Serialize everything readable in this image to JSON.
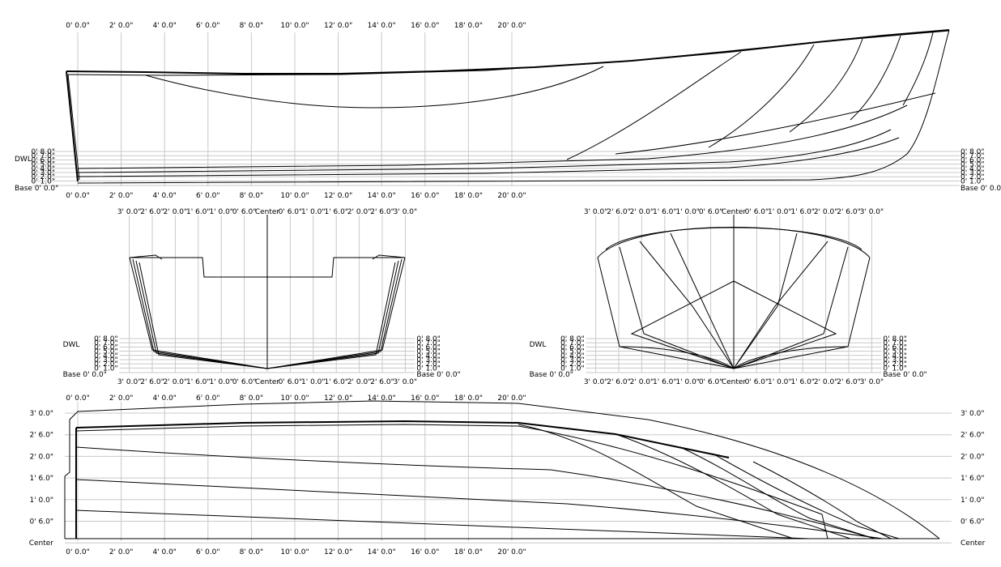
{
  "colors": {
    "grid": "#c8c8c8",
    "line": "#000000",
    "background": "#ffffff"
  },
  "labels": {
    "dwl": "DWL",
    "base": "Base 0' 0.0\"",
    "base_right_profile": "Base 0' 0.0\"",
    "dwl_value_right": "0' 8.0\"",
    "center": "Center"
  },
  "profile": {
    "x_ticks": [
      "0' 0.0\"",
      "2' 0.0\"",
      "4' 0.0\"",
      "6' 0.0\"",
      "8' 0.0\"",
      "10' 0.0\"",
      "12' 0.0\"",
      "14' 0.0\"",
      "16' 0.0\"",
      "18' 0.0\"",
      "20' 0.0\""
    ],
    "wl_ticks": [
      "0' 8.0\"",
      "0' 7.0\"",
      "0' 6.0\"",
      "0' 5.0\"",
      "0' 4.0\"",
      "0' 3.0\"",
      "0' 2.0\"",
      "0' 1.0\""
    ]
  },
  "body_plan": {
    "x_ticks": [
      "3' 0.0\"",
      "2' 6.0\"",
      "2' 0.0\"",
      "1' 6.0\"",
      "1' 0.0\"",
      "0' 6.0\"",
      "Center",
      "0' 6.0\"",
      "1' 0.0\"",
      "1' 6.0\"",
      "2' 0.0\"",
      "2' 6.0\"",
      "3' 0.0\""
    ],
    "wl_ticks": [
      "0' 8.0\"",
      "0' 7.0\"",
      "0' 6.0\"",
      "0' 5.0\"",
      "0' 4.0\"",
      "0' 3.0\"",
      "0' 2.0\"",
      "0' 1.0\""
    ]
  },
  "plan": {
    "x_ticks": [
      "0' 0.0\"",
      "2' 0.0\"",
      "4' 0.0\"",
      "6' 0.0\"",
      "8' 0.0\"",
      "10' 0.0\"",
      "12' 0.0\"",
      "14' 0.0\"",
      "16' 0.0\"",
      "18' 0.0\"",
      "20' 0.0\""
    ],
    "y_ticks": [
      "3' 0.0\"",
      "2' 6.0\"",
      "2' 0.0\"",
      "1' 6.0\"",
      "1' 0.0\"",
      "0' 6.0\"",
      "Center"
    ]
  }
}
